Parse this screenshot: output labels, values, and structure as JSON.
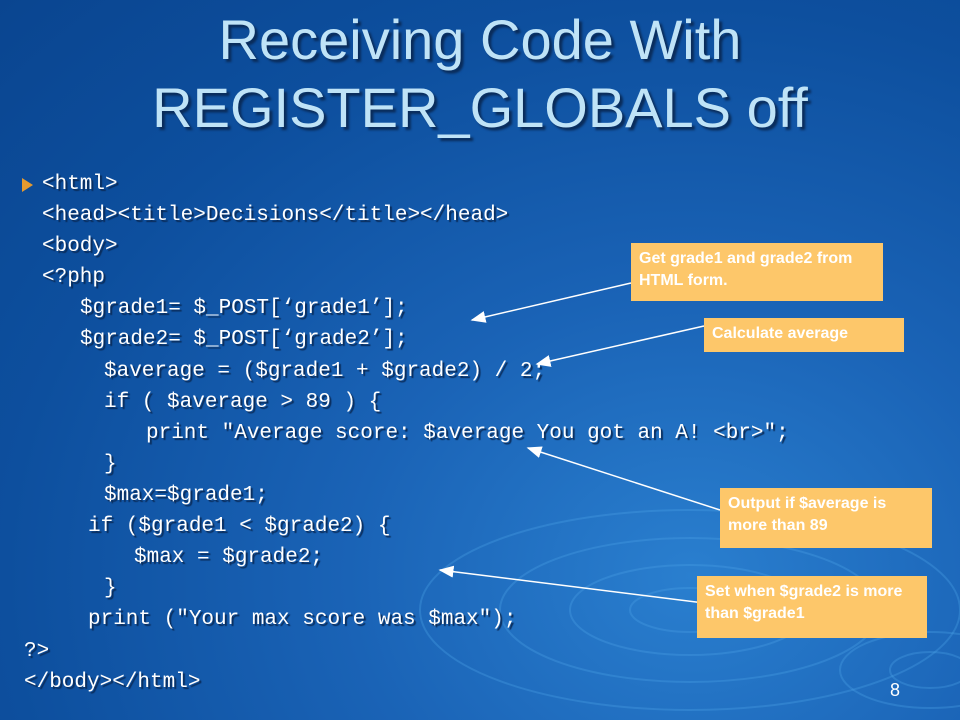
{
  "slide": {
    "title_line1": "Receiving Code With",
    "title_line2": "REGISTER_GLOBALS off",
    "page_number": "8"
  },
  "code": {
    "html_open": "<html>",
    "head_line": "<head><title>Decisions</title></head>",
    "body_open": "<body>",
    "php_open": "<?php",
    "grade1": "$grade1= $_POST[‘grade1’];",
    "grade2": "$grade2= $_POST[‘grade2’];",
    "average": "$average = ($grade1 + $grade2) / 2;",
    "if_average": "if ( $average > 89 ) {",
    "print_average": "print \"Average score: $average You got an A! <br>\";",
    "close_brace1": "}",
    "max_assign": "$max=$grade1;",
    "if_compare": "if ($grade1 < $grade2) {",
    "max_grade2": "$max = $grade2;",
    "close_brace2": "}",
    "print_max": "print (\"Your max score was $max\");",
    "php_close": "?>",
    "body_html_close": "</body></html>"
  },
  "callouts": {
    "get_grades": "Get grade1 and grade2 from HTML form.",
    "calc_average": "Calculate average",
    "output_if": "Output if $average is more than 89",
    "set_when": "Set when $grade2 is more than $grade1"
  },
  "colors": {
    "background": "#1a63b6",
    "title": "#bfe3f7",
    "callout_fill": "#fdc76a",
    "bullet": "#e69a2e"
  }
}
